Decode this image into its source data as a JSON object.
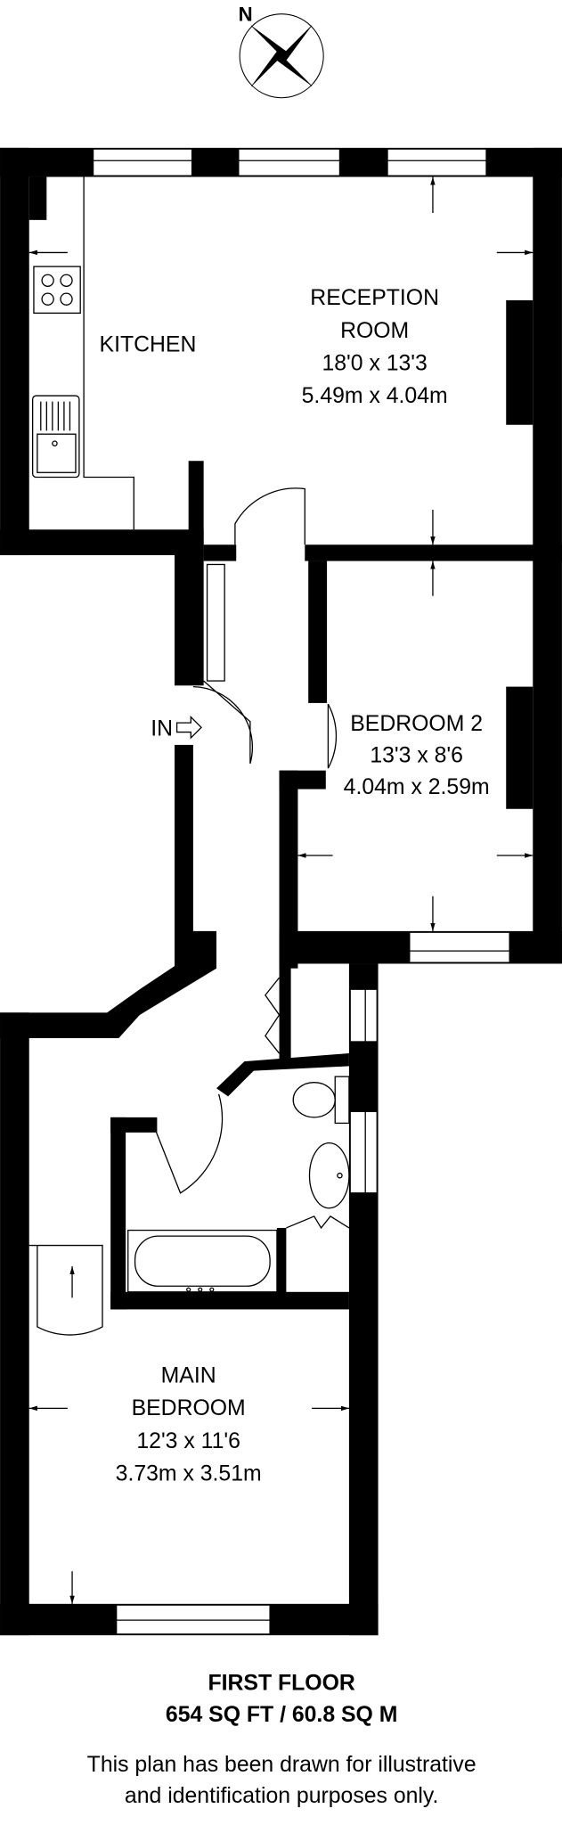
{
  "compass": {
    "north_label": "N"
  },
  "rooms": {
    "reception": {
      "name_line1": "RECEPTION",
      "name_line2": "ROOM",
      "imperial": "18'0 x 13'3",
      "metric": "5.49m x 4.04m"
    },
    "kitchen": {
      "name": "KITCHEN"
    },
    "bedroom2": {
      "name": "BEDROOM 2",
      "imperial": "13'3 x 8'6",
      "metric": "4.04m x 2.59m"
    },
    "main_bedroom": {
      "name_line1": "MAIN",
      "name_line2": "BEDROOM",
      "imperial": "12'3 x 11'6",
      "metric": "3.73m x 3.51m"
    }
  },
  "entrance": {
    "label": "IN"
  },
  "footer": {
    "floor": "FIRST FLOOR",
    "area": "654 SQ FT / 60.8 SQ M",
    "disclaimer_line1": "This plan has been drawn for illustrative",
    "disclaimer_line2": "and identification purposes only."
  }
}
